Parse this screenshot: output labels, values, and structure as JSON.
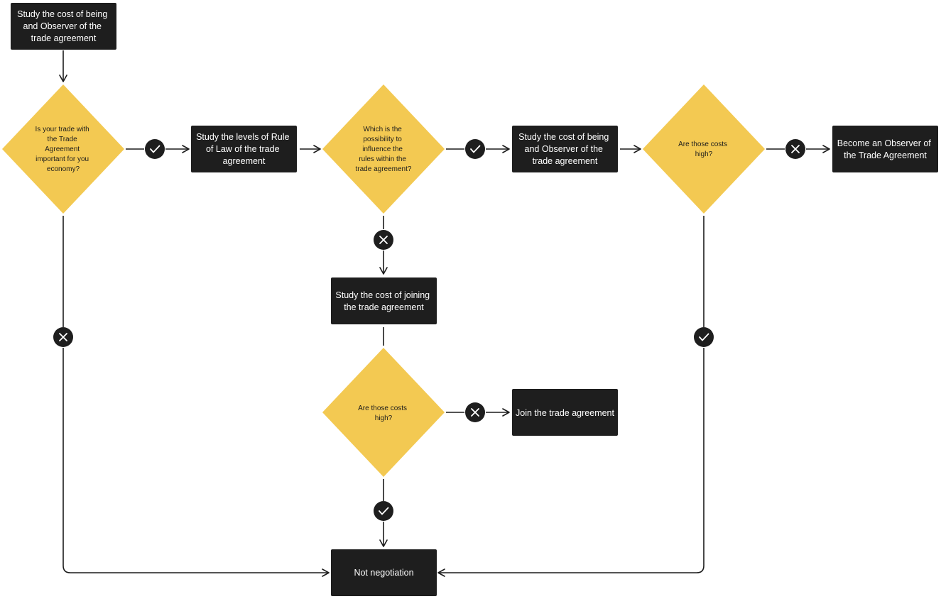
{
  "diagram": {
    "type": "flowchart",
    "process_boxes": [
      {
        "id": "study-observer-top",
        "lines": [
          "Study the cost of being",
          "and Observer of the",
          "trade agreement"
        ]
      },
      {
        "id": "study-rule-of-law",
        "lines": [
          "Study the levels of Rule",
          "of Law of the trade",
          "agreement"
        ]
      },
      {
        "id": "study-observer-mid",
        "lines": [
          "Study the cost of being",
          "and Observer of the",
          "trade agreement"
        ]
      },
      {
        "id": "become-observer",
        "lines": [
          "Become an Observer of",
          "the Trade Agreement"
        ]
      },
      {
        "id": "study-joining",
        "lines": [
          "Study the cost of joining",
          "the trade agreement"
        ]
      },
      {
        "id": "join-agreement",
        "lines": [
          "Join the trade agreement"
        ]
      },
      {
        "id": "not-negotiation",
        "lines": [
          "Not negotiation"
        ]
      }
    ],
    "decisions": [
      {
        "id": "trade-important",
        "lines": [
          "Is your trade with",
          "the Trade",
          "Agreement",
          "important for you",
          "economy?"
        ]
      },
      {
        "id": "influence-rules",
        "lines": [
          "Which is the",
          "possibility to",
          "influence the",
          "rules within the",
          "trade agreement?"
        ]
      },
      {
        "id": "observer-costs-high",
        "lines": [
          "Are those costs",
          "high?"
        ]
      },
      {
        "id": "joining-costs-high",
        "lines": [
          "Are those costs",
          "high?"
        ]
      }
    ],
    "edges": [
      {
        "from": "study-observer-top",
        "to": "trade-important",
        "badge": "none"
      },
      {
        "from": "trade-important",
        "to": "study-rule-of-law",
        "badge": "check-icon"
      },
      {
        "from": "trade-important",
        "to": "not-negotiation",
        "badge": "cross-icon"
      },
      {
        "from": "study-rule-of-law",
        "to": "influence-rules",
        "badge": "none"
      },
      {
        "from": "influence-rules",
        "to": "study-observer-mid",
        "badge": "check-icon"
      },
      {
        "from": "influence-rules",
        "to": "study-joining",
        "badge": "cross-icon"
      },
      {
        "from": "study-observer-mid",
        "to": "observer-costs-high",
        "badge": "none"
      },
      {
        "from": "observer-costs-high",
        "to": "become-observer",
        "badge": "cross-icon"
      },
      {
        "from": "observer-costs-high",
        "to": "not-negotiation",
        "badge": "check-icon"
      },
      {
        "from": "study-joining",
        "to": "joining-costs-high",
        "badge": "none"
      },
      {
        "from": "joining-costs-high",
        "to": "join-agreement",
        "badge": "cross-icon"
      },
      {
        "from": "joining-costs-high",
        "to": "not-negotiation",
        "badge": "check-icon"
      }
    ],
    "colors": {
      "box": "#1e1e1e",
      "diamond": "#f3c952",
      "line": "#1c1c1c",
      "badge": "#1e1e1e"
    }
  }
}
